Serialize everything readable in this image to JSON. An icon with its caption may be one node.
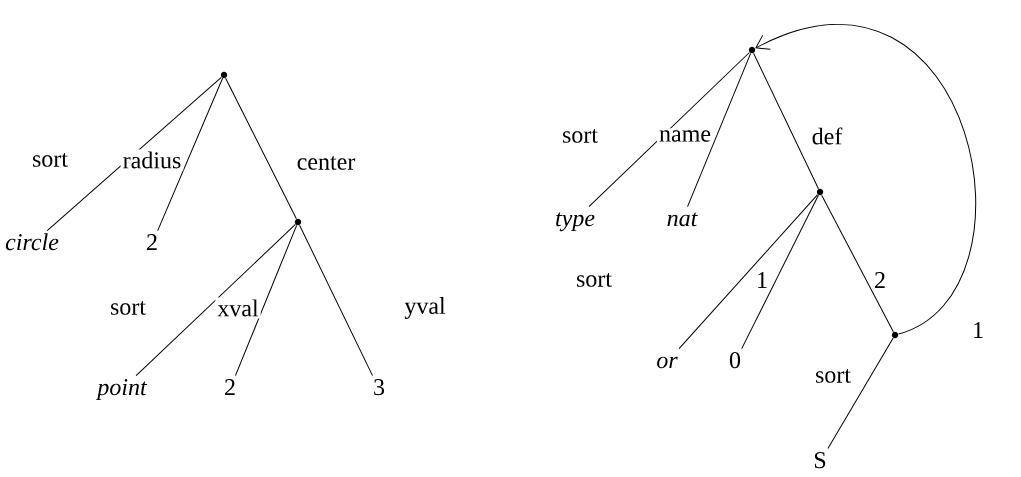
{
  "diagram": {
    "nodes": [
      {
        "text": [],
        "shape": "circle"
      },
      {
        "text": [
          "circle"
        ]
      },
      {
        "text": [
          "2"
        ]
      },
      {
        "text": [],
        "shape": "circle"
      },
      {
        "text": [
          "point"
        ]
      },
      {
        "text": [
          "2"
        ]
      },
      {
        "text": [
          "3"
        ]
      },
      {
        "text": [],
        "shape": "circle"
      },
      {
        "text": [
          "type"
        ]
      },
      {
        "text": [
          "nat"
        ]
      },
      {
        "text": [],
        "shape": "circle"
      },
      {
        "text": [
          "or"
        ]
      },
      {
        "text": [
          "0"
        ]
      },
      {
        "text": [],
        "shape": "circle"
      },
      {
        "text": [
          "S"
        ]
      }
    ],
    "edges": [
      {
        "from": 0,
        "to": 1,
        "arrow": "none",
        "label": "sort"
      },
      {
        "from": 0,
        "to": 2,
        "arrow": "none",
        "label": "radius"
      },
      {
        "from": 0,
        "to": 3,
        "arrow": "none",
        "label": "center"
      },
      {
        "from": 3,
        "to": 4,
        "arrow": "none",
        "label": "sort"
      },
      {
        "from": 3,
        "to": 5,
        "arrow": "none",
        "label": "xval"
      },
      {
        "from": 3,
        "to": 6,
        "arrow": "none",
        "label": "yval"
      },
      {
        "from": 7,
        "to": 8,
        "arrow": "none",
        "label": "sort"
      },
      {
        "from": 7,
        "to": 9,
        "arrow": "none",
        "label": "name"
      },
      {
        "from": 7,
        "to": 10,
        "arrow": "none",
        "label": "def"
      },
      {
        "from": 10,
        "to": 11,
        "arrow": "none",
        "label": "sort"
      },
      {
        "from": 10,
        "to": 12,
        "arrow": "none",
        "label": "1"
      },
      {
        "from": 10,
        "to": 13,
        "arrow": "none",
        "label": "2"
      },
      {
        "from": 13,
        "to": 14,
        "arrow": "none",
        "label": "sort"
      },
      {
        "from": 13,
        "to": 7,
        "arrow": "to",
        "label": "1"
      }
    ]
  }
}
